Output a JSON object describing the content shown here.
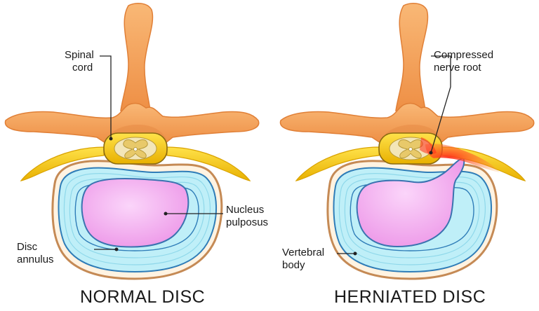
{
  "panels": [
    {
      "caption": "NORMAL DISC"
    },
    {
      "caption": "HERNIATED DISC"
    }
  ],
  "labels": {
    "spinal_cord_1": "Spinal",
    "spinal_cord_2": "cord",
    "nucleus_1": "Nucleus",
    "nucleus_2": "pulposus",
    "annulus_1": "Disc",
    "annulus_2": "annulus",
    "nerve_1": "Compressed",
    "nerve_2": "nerve root",
    "vertebral_1": "Vertebral",
    "vertebral_2": "body"
  },
  "colors": {
    "bone": "#f5a462",
    "bone_dark": "#e07f36",
    "nerve": "#f2c200",
    "annulus": "#b9eef7",
    "annulus_ring": "#2f7db8",
    "nucleus": "#f2a8ef",
    "body_rim": "#d9a274",
    "compression": "#e8291c"
  }
}
